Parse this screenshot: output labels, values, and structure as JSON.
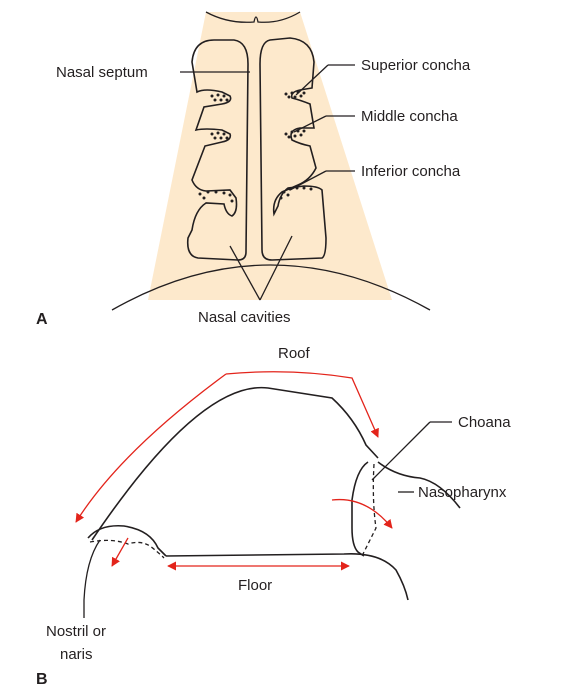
{
  "panel_a": {
    "letter": "A",
    "labels": {
      "nasal_septum": "Nasal septum",
      "superior_concha": "Superior concha",
      "middle_concha": "Middle concha",
      "inferior_concha": "Inferior concha",
      "nasal_cavities": "Nasal cavities"
    },
    "colors": {
      "background_wedge": "#fde9cc"
    }
  },
  "panel_b": {
    "letter": "B",
    "labels": {
      "roof": "Roof",
      "choana": "Choana",
      "nasopharynx": "Nasopharynx",
      "floor": "Floor",
      "nostril_line1": "Nostril or",
      "nostril_line2": "naris"
    },
    "colors": {
      "arrows": "#e3241b"
    }
  }
}
